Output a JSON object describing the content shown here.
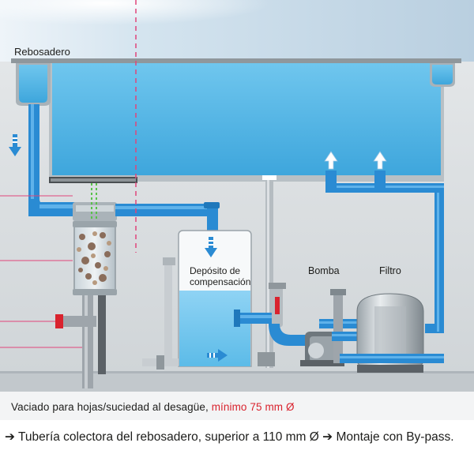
{
  "labels": {
    "rebosadero": "Rebosadero",
    "deposito_line1": "Depósito de",
    "deposito_line2": "compensación",
    "bomba": "Bomba",
    "filtro": "Filtro"
  },
  "caption": {
    "text": "Vaciado para hojas/suciedad al desagüe,",
    "highlight": "mínimo 75 mm Ø"
  },
  "footer": {
    "arrow1": "➔",
    "part1": "Tubería colectora del rebosadero, superior a 110 mm Ø",
    "arrow2": "➔",
    "part2": "Montaje con By-pass."
  },
  "colors": {
    "water": "#4fb3e3",
    "pipe": "#2a8bd3",
    "pipe_grey": "#9ea5ab",
    "accent_red": "#d9232e",
    "sky": "#c7dbea",
    "wall": "#d6dadd"
  }
}
